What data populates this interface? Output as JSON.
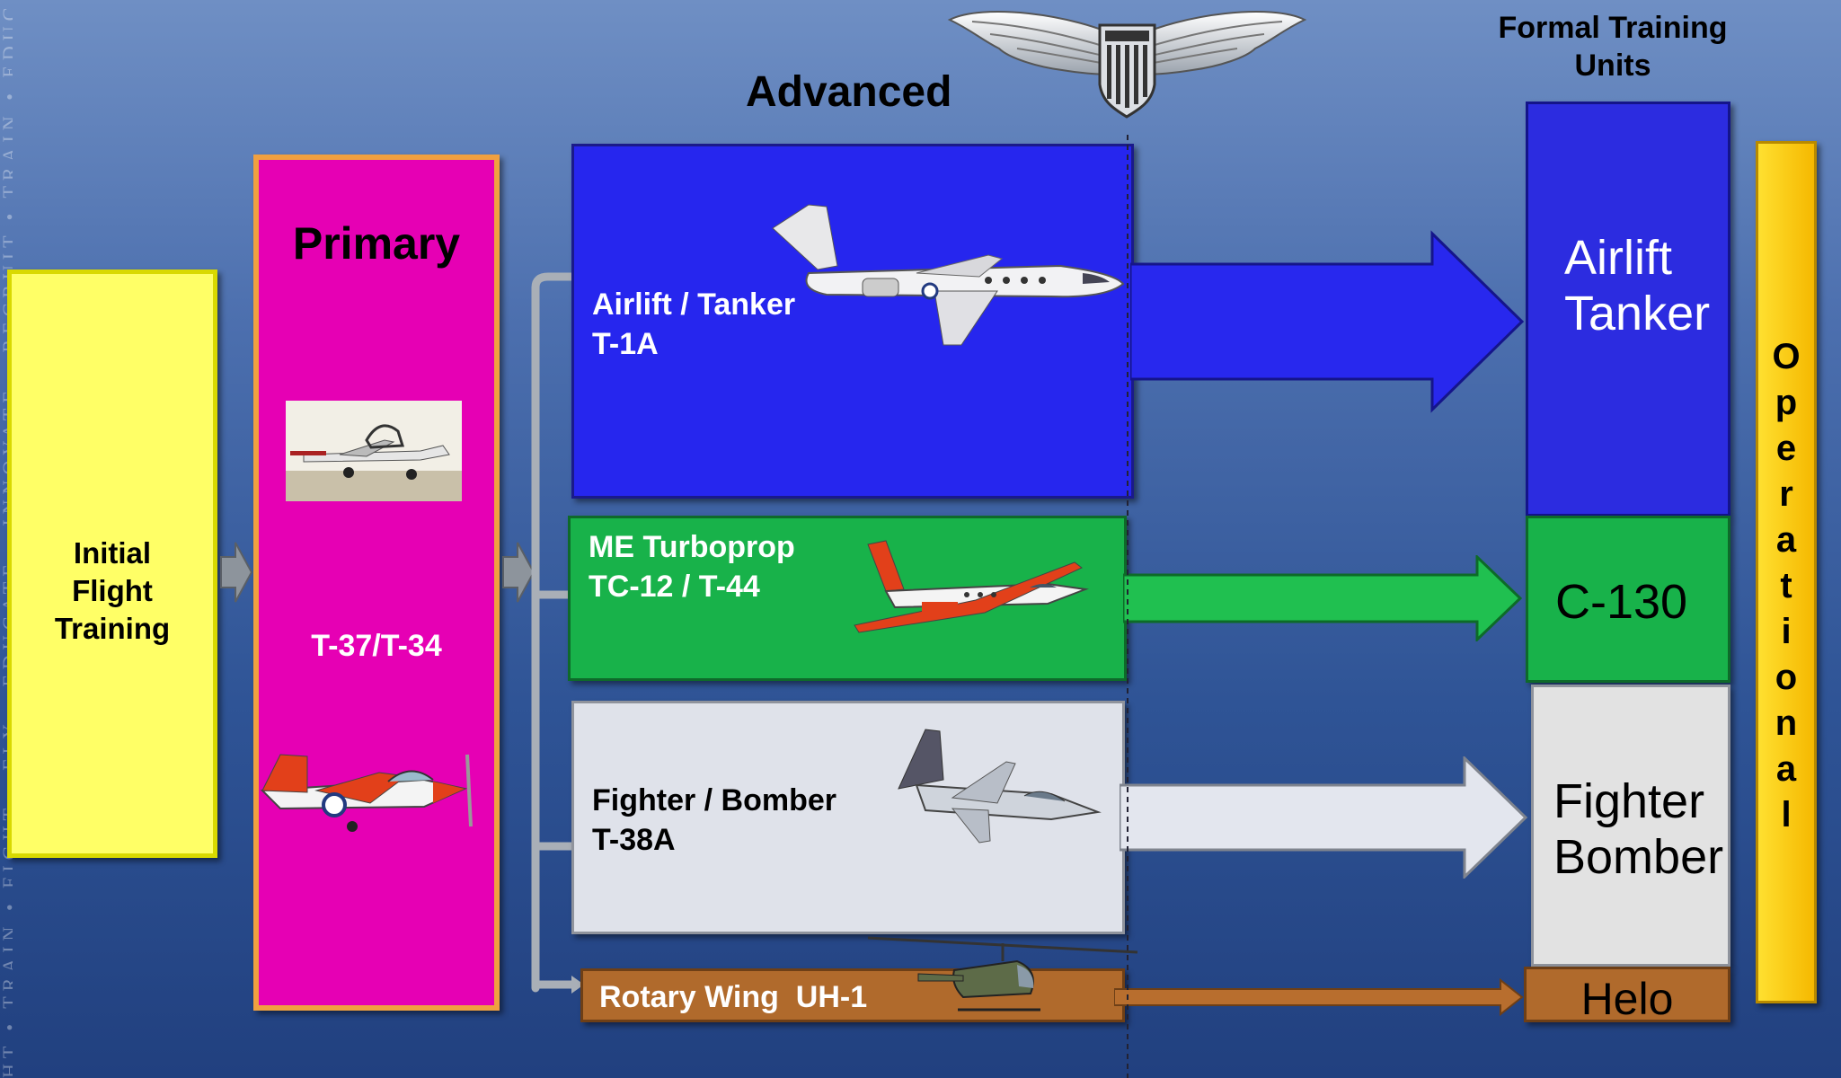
{
  "side_strip": "HT • TRAIN • FIGHT • FLY • EDUCATE • INNOVATE • RECRUIT • TRAIN • EDUCATE",
  "headers": {
    "advanced": "Advanced",
    "ftu_line1": "Formal Training",
    "ftu_line2": "Units"
  },
  "initial": {
    "line1": "Initial",
    "line2": "Flight",
    "line3": "Training"
  },
  "primary": {
    "title": "Primary",
    "aircraft": "T-37/T-34"
  },
  "advanced": {
    "airlift": {
      "line1": "Airlift / Tanker",
      "line2": "T-1A"
    },
    "turboprop": {
      "line1": "ME Turboprop",
      "line2": "TC-12 / T-44"
    },
    "fighter": {
      "line1": "Fighter / Bomber",
      "line2": "T-38A"
    },
    "rotary": {
      "label": "Rotary Wing  UH-1"
    }
  },
  "ftu": {
    "airlift": {
      "line1": "Airlift",
      "line2": "Tanker"
    },
    "c130": "C-130",
    "fighter": {
      "line1": "Fighter",
      "line2": "Bomber"
    },
    "helo": "Helo"
  },
  "operational": [
    "O",
    "p",
    "e",
    "r",
    "a",
    "t",
    "i",
    "o",
    "n",
    "a",
    "l"
  ],
  "colors": {
    "initial": "#ffff66",
    "primary": "#e600b4",
    "airlift": "#2626ee",
    "turboprop": "#18b24a",
    "fighter": "#dfe2ea",
    "rotary": "#b06a2c",
    "operational": "#ffd21a"
  },
  "icons": [
    "wings-badge-icon",
    "t1a-jet-icon",
    "t37-trainer-icon",
    "t34-trainer-icon",
    "tc12-turboprop-icon",
    "t38-jet-icon",
    "uh1-helicopter-icon"
  ]
}
